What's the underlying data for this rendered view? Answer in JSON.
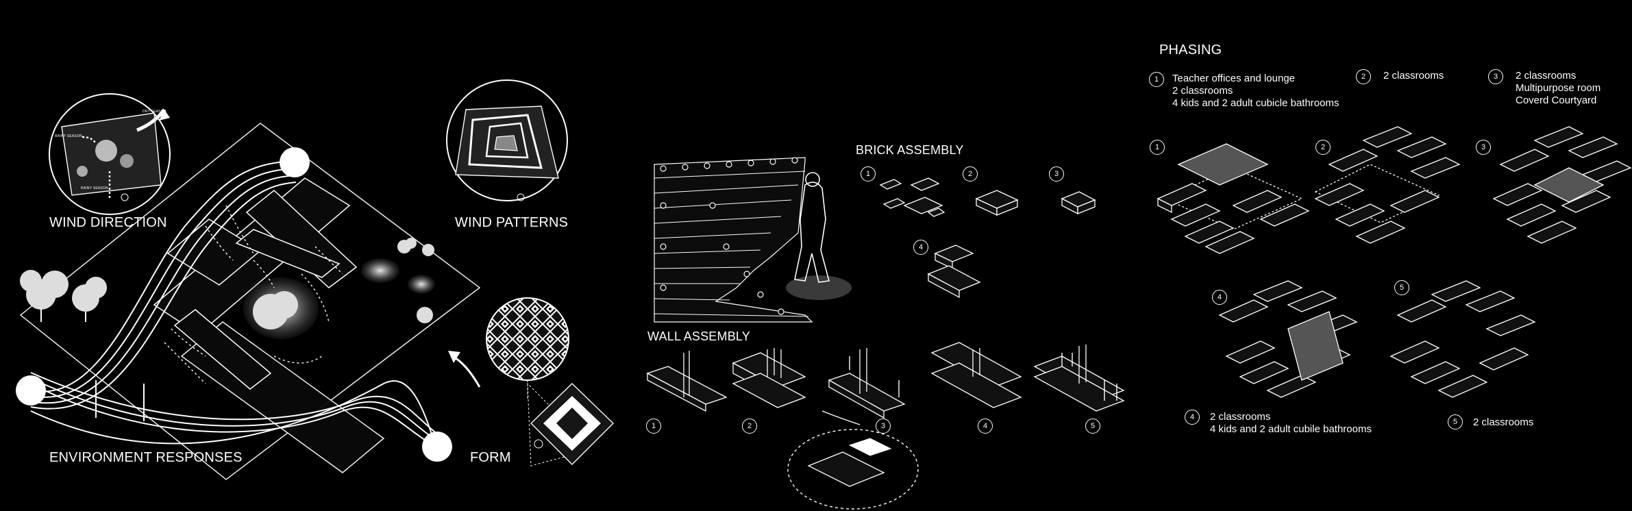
{
  "left_panel": {
    "wind_direction_label": "WIND DIRECTION",
    "wind_patterns_label": "WIND PATTERNS",
    "environment_responses_label": "ENVIRONMENT RESPONSES",
    "form_label": "FORM",
    "wind_inset_text": {
      "rainy_season_1": "RAINY SEASON",
      "dry_season": "DRY SEASON",
      "rainy_season_2": "RAINY SEASON"
    }
  },
  "middle_panel": {
    "brick_assembly_label": "BRICK ASSEMBLY",
    "wall_assembly_label": "WALL ASSEMBLY",
    "brick_steps": [
      "1",
      "2",
      "3",
      "4"
    ],
    "wall_steps": [
      "1",
      "2",
      "3",
      "4",
      "5"
    ]
  },
  "right_panel": {
    "phasing_label": "PHASING",
    "legend": [
      {
        "num": "1",
        "text": "Teacher offices and lounge\n2 classrooms\n4 kids and 2 adult cubicle bathrooms"
      },
      {
        "num": "2",
        "text": "2 classrooms"
      },
      {
        "num": "3",
        "text": "2 classrooms\nMultipurpose room\nCoverd Courtyard"
      }
    ],
    "phase_diagrams": [
      "1",
      "2",
      "3",
      "4",
      "5"
    ],
    "bottom_legend": [
      {
        "num": "4",
        "text": "2 classrooms\n4 kids and 2 adult cubile bathrooms"
      },
      {
        "num": "5",
        "text": "2 classrooms"
      }
    ]
  },
  "colors": {
    "background": "#000000",
    "line": "#ffffff",
    "accent_gray": "#6e6e6e"
  }
}
